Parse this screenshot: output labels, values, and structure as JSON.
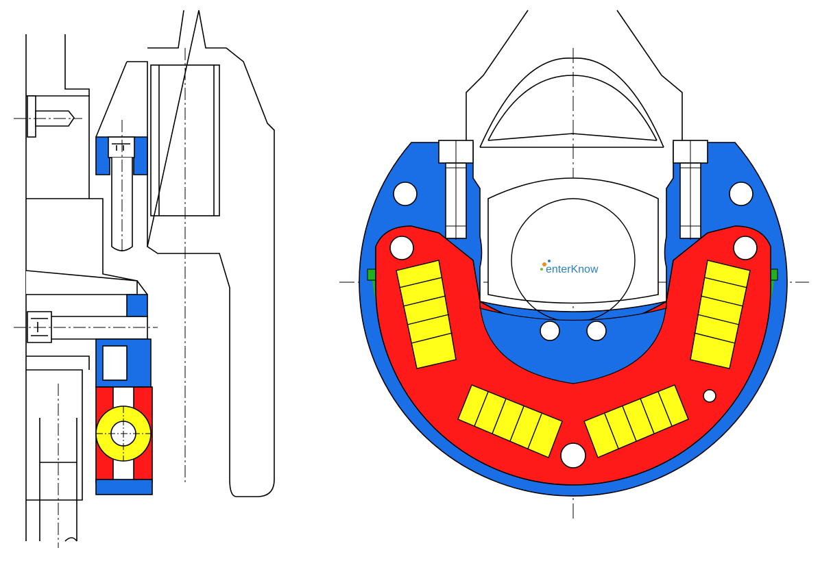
{
  "watermark": {
    "text": "enterKnow"
  },
  "colors": {
    "housing_blue": "#1a6fe6",
    "rotor_red": "#ff1a1a",
    "magnet_yellow": "#ffff1a",
    "seal_green": "#20b020",
    "outline": "#000000",
    "watermark_text": "#2b7fc2"
  },
  "views": [
    {
      "id": "side-section",
      "description_type": "cross-section-view"
    },
    {
      "id": "front-section",
      "description_type": "front-view"
    }
  ]
}
